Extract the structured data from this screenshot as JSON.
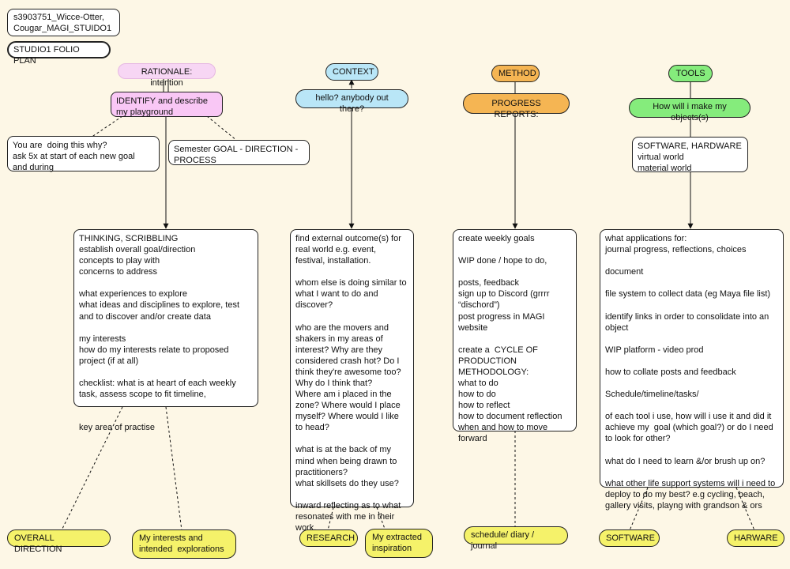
{
  "header": {
    "author": "s3903751_Wicce-Otter,\nCougar_MAGI_STUIDO1",
    "plan_title": "STUDIO1 FOLIO PLAN"
  },
  "rationale": {
    "title": "RATIONALE: intention",
    "identify": "IDENTIFY and describe\nmy playground",
    "why": "You are  doing this why?\nask 5x at start of each new goal\nand during",
    "goal": "Semester GOAL - DIRECTION -\nPROCESS",
    "thinking": "THINKING, SCRIBBLING\nestablish overall goal/direction\nconcepts to play with\nconcerns to address\n\nwhat experiences to explore\nwhat ideas and disciplines to explore, test\nand to discover and/or create data\n\nmy interests\nhow do my interests relate to proposed\nproject (if at all)\n\nchecklist: what is at heart of each weekly\ntask, assess scope to fit timeline,\n\n\nkey area of practise",
    "overall_direction": "OVERALL DIRECTION",
    "interests": "My interests and\nintended  explorations"
  },
  "context": {
    "title": "CONTEXT",
    "hello": "hello? anybody out there?",
    "body": "find external outcome(s) for\nreal world e.g. event,\nfestival, installation.\n\nwhom else is doing similar to\nwhat I want to do and\ndiscover?\n\nwho are the movers and\nshakers in my areas of\ninterest? Why are they\nconsidered crash hot? Do I\nthink they're awesome too?\nWhy do I think that?\nWhere am i placed in the\nzone? Where would I place\nmyself? Where would I like\nto head?\n\nwhat is at the back of my\nmind when being drawn to\npractitioners?\nwhat skillsets do they use?\n\ninward reflecting as to what\nresonates with me in their\nwork.",
    "research": "RESEARCH",
    "inspiration": "My extracted\ninspiration"
  },
  "method": {
    "title": "METHOD",
    "progress": "PROGRESS REPORTS:",
    "body": "create weekly goals\n\nWIP done / hope to do,\n\nposts, feedback\nsign up to Discord (grrrr\n“dischord”)\npost progress in MAGI\nwebsite\n\ncreate a  CYCLE OF\nPRODUCTION\nMETHODOLOGY:\nwhat to do\nhow to do\nhow to reflect\nhow to document reflection\nwhen and how to move\nforward",
    "schedule": "schedule/ diary / journal"
  },
  "tools": {
    "title": "TOOLS",
    "how": "How will i make my objects(s)",
    "software_hardware": "SOFTWARE, HARDWARE\nvirtual world\nmaterial world",
    "body": "what applications for:\njournal progress, reflections, choices\n\ndocument\n\nfile system to collect data (eg Maya file list)\n\nidentify links in order to consolidate into an\nobject\n\nWIP platform - video prod\n\nhow to collate posts and feedback\n\nSchedule/timeline/tasks/\n\nof each tool i use, how will i use it and did it\nachieve my  goal (which goal?) or do I need\nto look for other?\n\nwhat do I need to learn &/or brush up on?\n\nwhat other life support systems will i need to\ndeploy to do my best? e.g cycling, beach,\ngallery visits, playng with grandson & ors",
    "software": "SOFTWARE",
    "hardware": "HARWARE"
  },
  "colors": {
    "background": "#fdf7e6",
    "pink": "#f7d6f4",
    "blue": "#b9e6f7",
    "orange": "#f5b553",
    "green": "#85ec7c",
    "yellow": "#f5f26a"
  }
}
